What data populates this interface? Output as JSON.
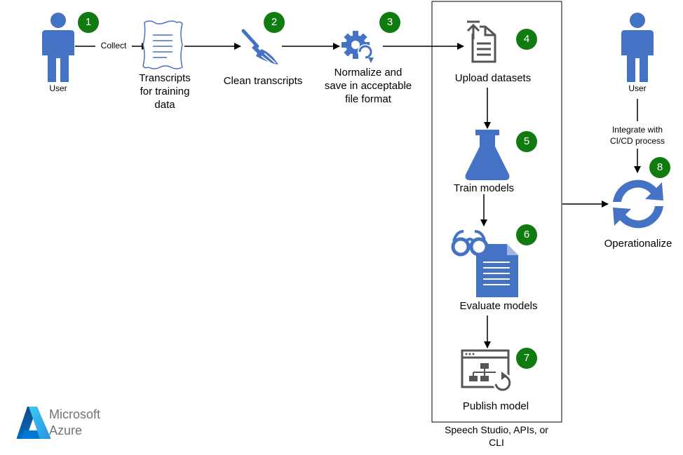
{
  "steps": [
    {
      "number": "1",
      "label": "User"
    },
    {
      "number": "2",
      "label": "Clean transcripts"
    },
    {
      "number": "3",
      "label": "Normalize and save in acceptable file format"
    },
    {
      "number": "4",
      "label": "Upload datasets"
    },
    {
      "number": "5",
      "label": "Train models"
    },
    {
      "number": "6",
      "label": "Evaluate models"
    },
    {
      "number": "7",
      "label": "Publish model"
    },
    {
      "number": "8",
      "label": "Operationalize"
    }
  ],
  "labels": {
    "collect": "Collect",
    "transcripts_line1": "Transcripts",
    "transcripts_line2": "for training",
    "transcripts_line3": "data",
    "normalize_line1": "Normalize and",
    "normalize_line2": "save in acceptable",
    "normalize_line3": "file format",
    "user_right": "User",
    "integrate_line1": "Integrate with",
    "integrate_line2": "CI/CD process",
    "container_line1": "Speech Studio, APIs, or",
    "container_line2": "CLI"
  },
  "brand": {
    "line1": "Microsoft",
    "line2": "Azure"
  },
  "colors": {
    "icon_blue": "#4472c4",
    "badge_green": "#107c10",
    "line": "#000000"
  }
}
